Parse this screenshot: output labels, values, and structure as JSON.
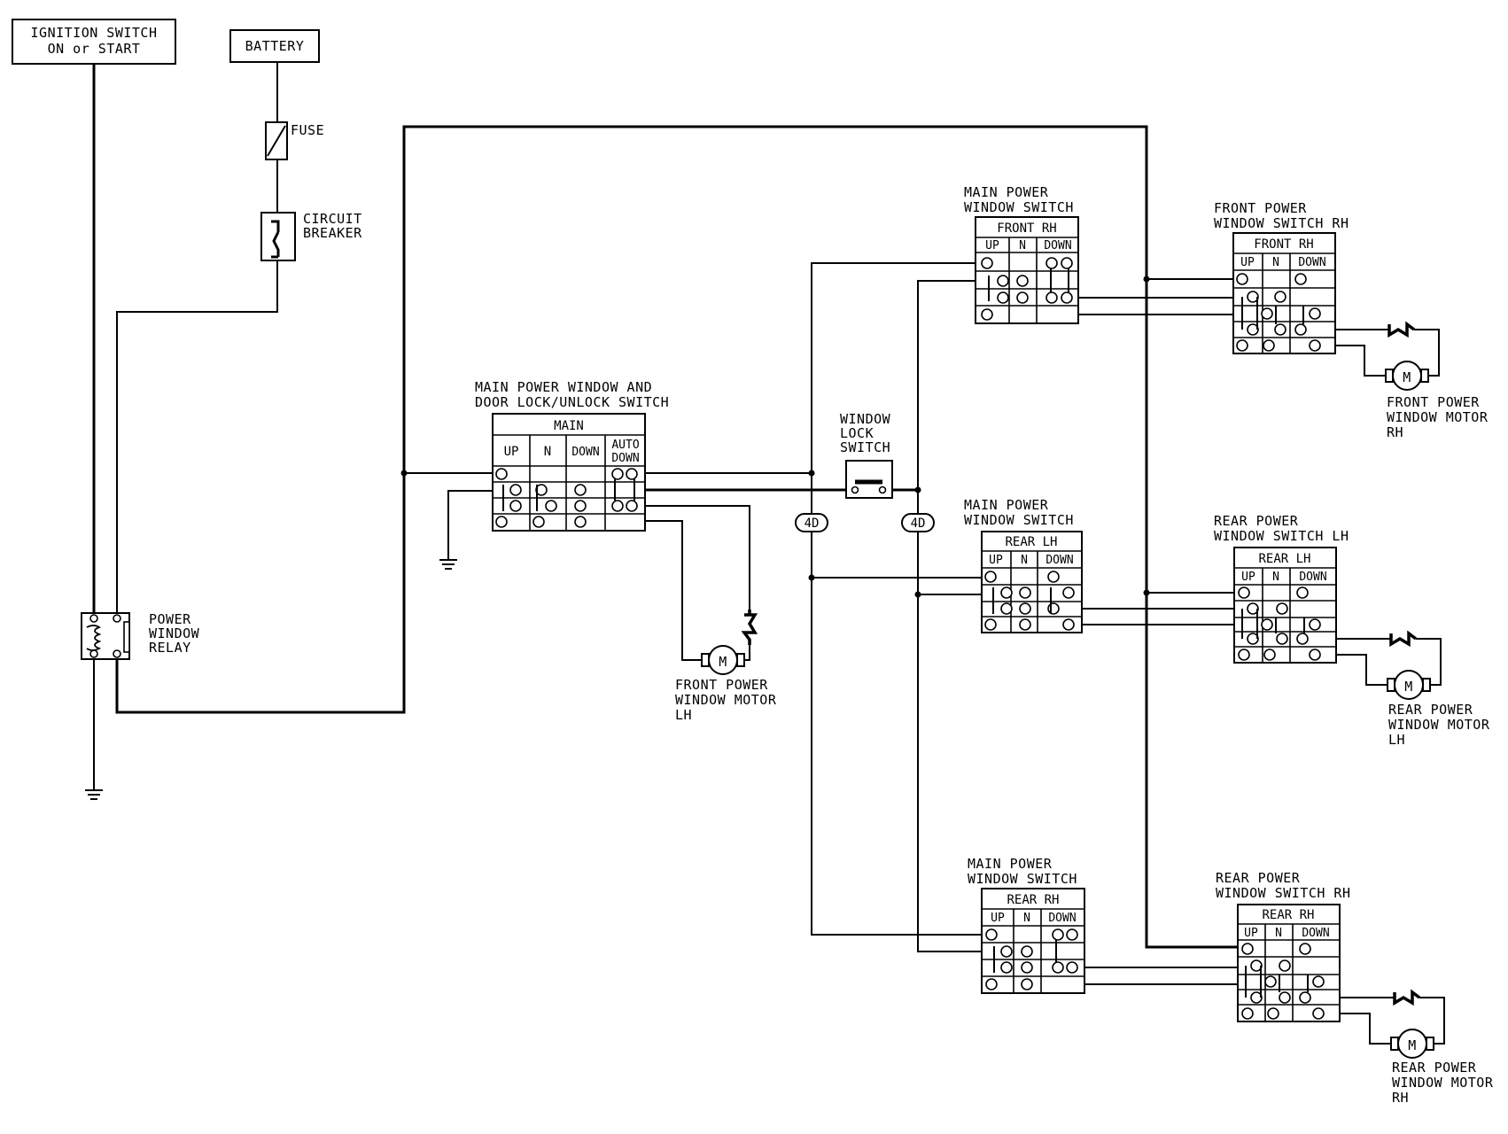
{
  "power": {
    "ignition": [
      "IGNITION SWITCH",
      "ON or START"
    ],
    "battery": "BATTERY",
    "fuse": "FUSE",
    "breaker": [
      "CIRCUIT",
      "BREAKER"
    ],
    "relay": [
      "POWER",
      "WINDOW",
      "RELAY"
    ]
  },
  "main_switch": {
    "title": [
      "MAIN POWER WINDOW AND",
      "DOOR LOCK/UNLOCK SWITCH"
    ],
    "header": "MAIN",
    "cols": [
      "UP",
      "N",
      "DOWN",
      "AUTO",
      "DOWN"
    ]
  },
  "window_lock": [
    "WINDOW",
    "LOCK",
    "SWITCH"
  ],
  "connector": "4D",
  "motor_fl": [
    "FRONT POWER",
    "WINDOW MOTOR",
    "LH"
  ],
  "motor_glyph": "M",
  "cols": [
    "UP",
    "N",
    "DOWN"
  ],
  "sw_main_fr": {
    "title": [
      "MAIN POWER",
      "WINDOW SWITCH"
    ],
    "header": "FRONT RH"
  },
  "sw_main_rl": {
    "title": [
      "MAIN POWER",
      "WINDOW SWITCH"
    ],
    "header": "REAR LH"
  },
  "sw_main_rr": {
    "title": [
      "MAIN POWER",
      "WINDOW SWITCH"
    ],
    "header": "REAR RH"
  },
  "sw_fr": {
    "title": [
      "FRONT POWER",
      "WINDOW SWITCH RH"
    ],
    "header": "FRONT RH"
  },
  "sw_rl": {
    "title": [
      "REAR POWER",
      "WINDOW SWITCH LH"
    ],
    "header": "REAR LH"
  },
  "sw_rr": {
    "title": [
      "REAR POWER",
      "WINDOW SWITCH RH"
    ],
    "header": "REAR RH"
  },
  "motor_fr": [
    "FRONT POWER",
    "WINDOW MOTOR",
    "RH"
  ],
  "motor_rl": [
    "REAR POWER",
    "WINDOW MOTOR",
    "LH"
  ],
  "motor_rr": [
    "REAR POWER",
    "WINDOW MOTOR",
    "RH"
  ]
}
